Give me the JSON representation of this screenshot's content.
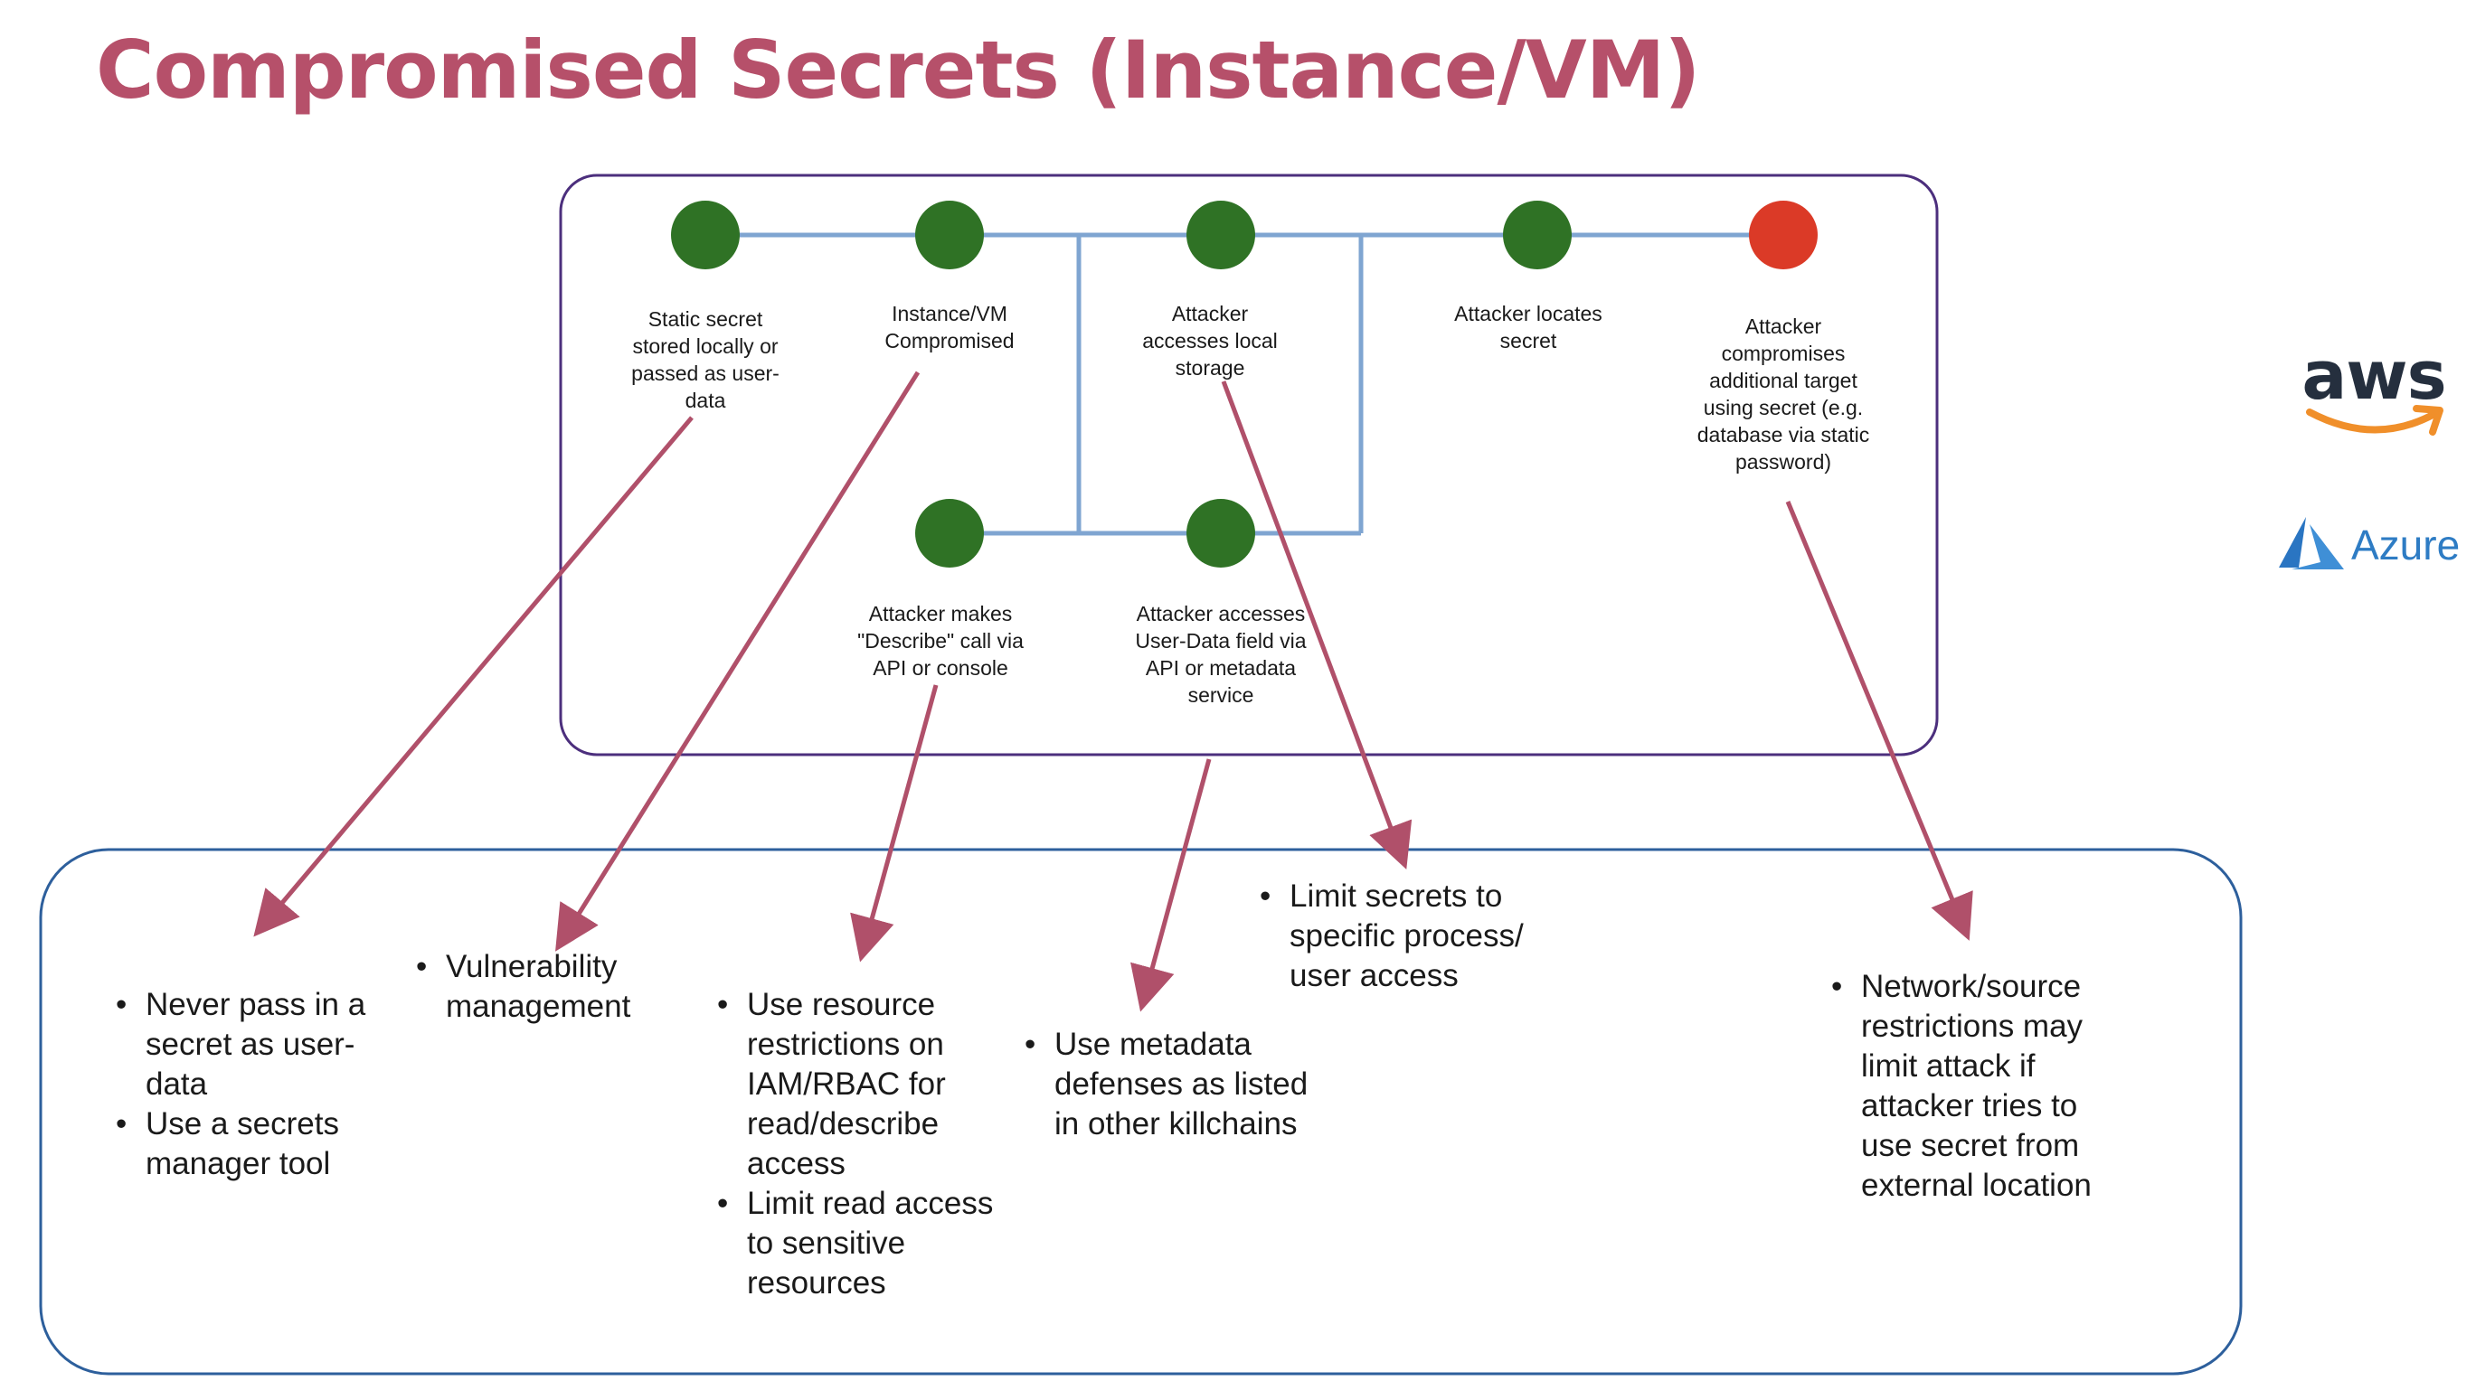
{
  "title": "Compromised Secrets (Instance/VM)",
  "colors": {
    "title": "#b6506a",
    "node_ok": "#2f7225",
    "node_final": "#db3a27",
    "connector": "#7fa5d1",
    "arrow": "#b0506a",
    "top_frame": "#4c2f7d",
    "bottom_frame": "#2d5f9c"
  },
  "nodes": [
    {
      "id": "n1",
      "label": "Static secret stored locally or passed as user-data",
      "status": "ok"
    },
    {
      "id": "n2",
      "label": "Instance/VM Compromised",
      "status": "ok"
    },
    {
      "id": "n3",
      "label": "Attacker accesses local storage",
      "status": "ok"
    },
    {
      "id": "n4",
      "label": "Attacker locates secret",
      "status": "ok"
    },
    {
      "id": "n5",
      "label": "Attacker compromises additional target using secret (e.g. database via static password)",
      "status": "final"
    },
    {
      "id": "n6",
      "label": "Attacker makes \"Describe\" call via API or console",
      "status": "ok"
    },
    {
      "id": "n7",
      "label": "Attacker accesses User-Data field via API or metadata service",
      "status": "ok"
    }
  ],
  "mitigations": {
    "m1": [
      "Never pass in a secret as user-data",
      "Use a secrets manager tool"
    ],
    "m2": [
      "Vulnerability management"
    ],
    "m3": [
      "Use resource restrictions on IAM/RBAC for read/describe access",
      "Limit read access to sensitive resources"
    ],
    "m4": [
      "Use metadata defenses as listed in other killchains"
    ],
    "m5": [
      "Limit secrets to specific process/ user access"
    ],
    "m6": [
      "Network/source restrictions may limit attack if attacker tries to use secret from external location"
    ]
  },
  "logos": {
    "aws": {
      "text": "aws",
      "icon": "aws-smile-icon"
    },
    "azure": {
      "text": "Azure",
      "icon": "azure-triangle-icon"
    }
  }
}
